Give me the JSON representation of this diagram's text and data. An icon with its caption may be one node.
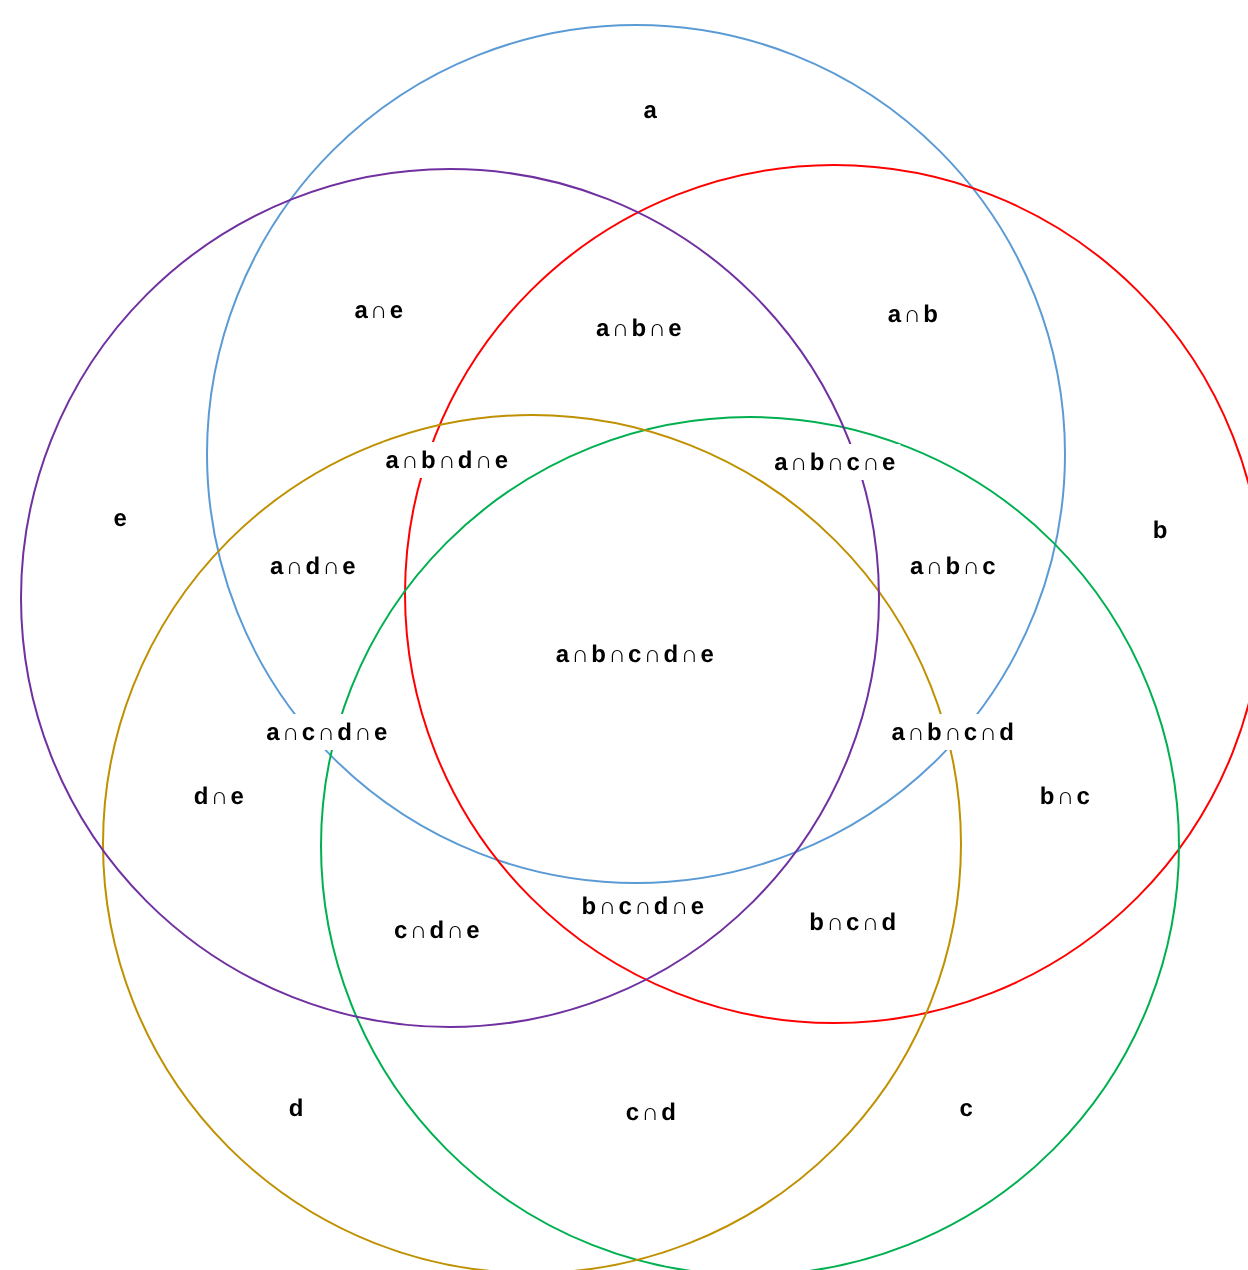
{
  "diagram": {
    "nodes": [
      {
        "text": [
          "a"
        ]
      },
      {
        "text": [
          "b"
        ]
      },
      {
        "text": [
          "c"
        ]
      },
      {
        "text": [
          "d"
        ]
      },
      {
        "text": [
          "e"
        ]
      }
    ],
    "labels": [
      "a∩e",
      "a∩b∩e",
      "a∩b",
      "a∩b∩d∩e",
      "a∩b∩c∩e",
      "a∩d∩e",
      "a∩b∩c",
      "a∩b∩c∩d∩e",
      "a∩c∩d∩e",
      "a∩b∩c∩d",
      "d∩e",
      "b∩c",
      "b∩c∩d∩e",
      "c∩d∩e",
      "b∩c∩d",
      "c∩d"
    ]
  }
}
